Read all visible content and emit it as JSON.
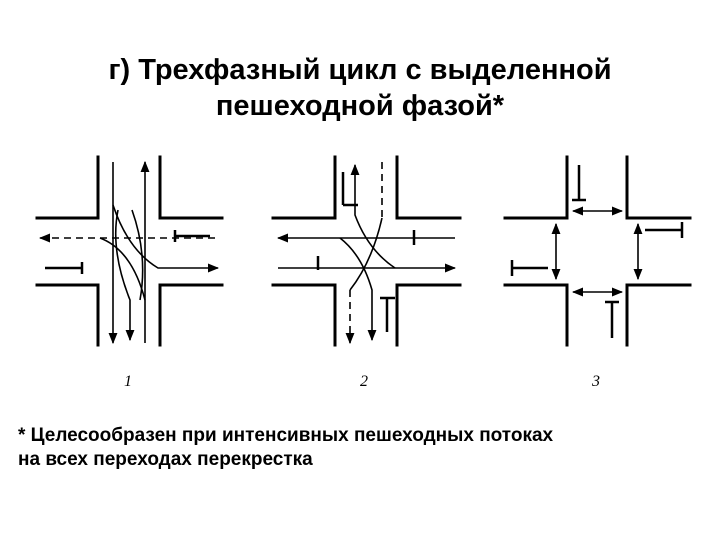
{
  "title": {
    "line1": "г) Трехфазный цикл с выделенной",
    "line2": "пешеходной фазой*"
  },
  "phases": [
    {
      "number": "1"
    },
    {
      "number": "2"
    },
    {
      "number": "3"
    }
  ],
  "footnote": {
    "line1": "* Целесообразен при интенсивных пешеходных потоках",
    "line2": "на всех переходах перекрестка"
  }
}
